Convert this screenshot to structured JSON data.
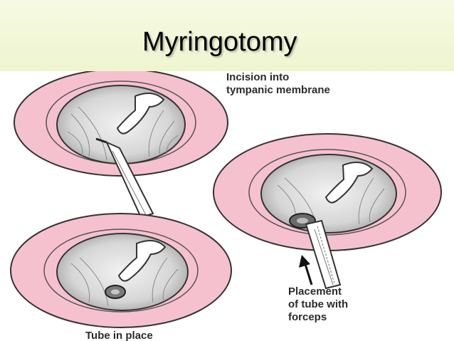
{
  "slide": {
    "title": "Myringotomy"
  },
  "diagram": {
    "captions": {
      "incision_line1": "Incision into",
      "incision_line2": "tympanic membrane",
      "placement_line1": "Placement",
      "placement_line2": "of tube with",
      "placement_line3": "forceps",
      "tube_in_place": "Tube in place"
    },
    "colors": {
      "ear_canal": "#f6c1cf",
      "drum": "#d9d9d9",
      "outline": "#333333",
      "header_bg": "#f2f8dc"
    }
  }
}
